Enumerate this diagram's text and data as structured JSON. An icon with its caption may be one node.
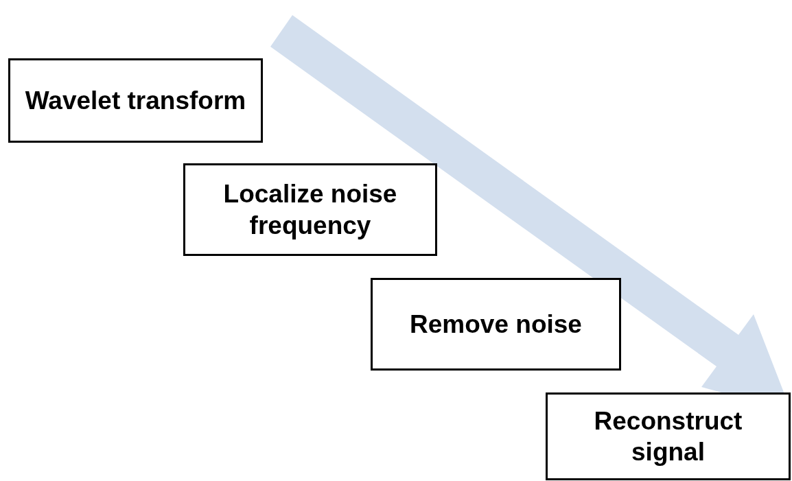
{
  "diagram": {
    "nodes": [
      {
        "text": [
          "Wavelet transform"
        ]
      },
      {
        "text": [
          "Localize noise frequency"
        ]
      },
      {
        "text": [
          "Remove noise"
        ]
      },
      {
        "text": [
          "Reconstruct signal"
        ]
      }
    ],
    "edges": []
  }
}
